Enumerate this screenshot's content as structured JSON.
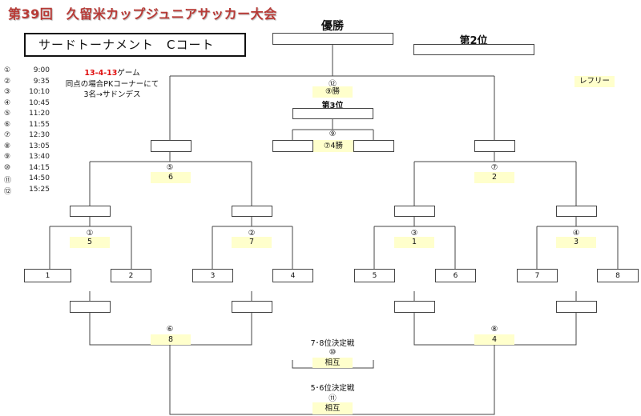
{
  "title": "第39回　久留米カップジュニアサッカー大会",
  "court_label": "サードトーナメント　Cコート",
  "schedule": [
    {
      "no": "①",
      "time": "9:00"
    },
    {
      "no": "②",
      "time": "9:35"
    },
    {
      "no": "③",
      "time": "10:10"
    },
    {
      "no": "④",
      "time": "10:45"
    },
    {
      "no": "⑤",
      "time": "11:20"
    },
    {
      "no": "⑥",
      "time": "11:55"
    },
    {
      "no": "⑦",
      "time": "12:30"
    },
    {
      "no": "⑧",
      "time": "13:05"
    },
    {
      "no": "⑨",
      "time": "13:40"
    },
    {
      "no": "⑩",
      "time": "14:15"
    },
    {
      "no": "⑪",
      "time": "14:50"
    },
    {
      "no": "⑫",
      "time": "15:25"
    }
  ],
  "notes": {
    "format_red": "13-4-13",
    "format_suffix": "ゲーム",
    "line2": "同点の場合PKコーナーにて",
    "line3": "3名→サドンデス"
  },
  "referee_label": "レフリー",
  "champion_label": "優勝",
  "second_label": "第2位",
  "third_label": "第3位",
  "final": {
    "no": "⑫",
    "referee": "⑨勝"
  },
  "third_place": {
    "no": "⑨",
    "referee": "⑦4勝"
  },
  "semis": [
    {
      "no": "⑤",
      "referee": "6"
    },
    {
      "no": "⑦",
      "referee": "2"
    }
  ],
  "quarters": [
    {
      "no": "①",
      "referee": "5"
    },
    {
      "no": "②",
      "referee": "7"
    },
    {
      "no": "③",
      "referee": "1"
    },
    {
      "no": "④",
      "referee": "3"
    }
  ],
  "teams": [
    "1",
    "2",
    "3",
    "4",
    "5",
    "6",
    "7",
    "8"
  ],
  "consolation": [
    {
      "no": "⑥",
      "referee": "8"
    },
    {
      "no": "⑧",
      "referee": "4"
    }
  ],
  "place78": {
    "label": "7･8位決定戦",
    "no": "⑩",
    "referee": "相互"
  },
  "place56": {
    "label": "5･6位決定戦",
    "no": "⑪",
    "referee": "相互"
  }
}
